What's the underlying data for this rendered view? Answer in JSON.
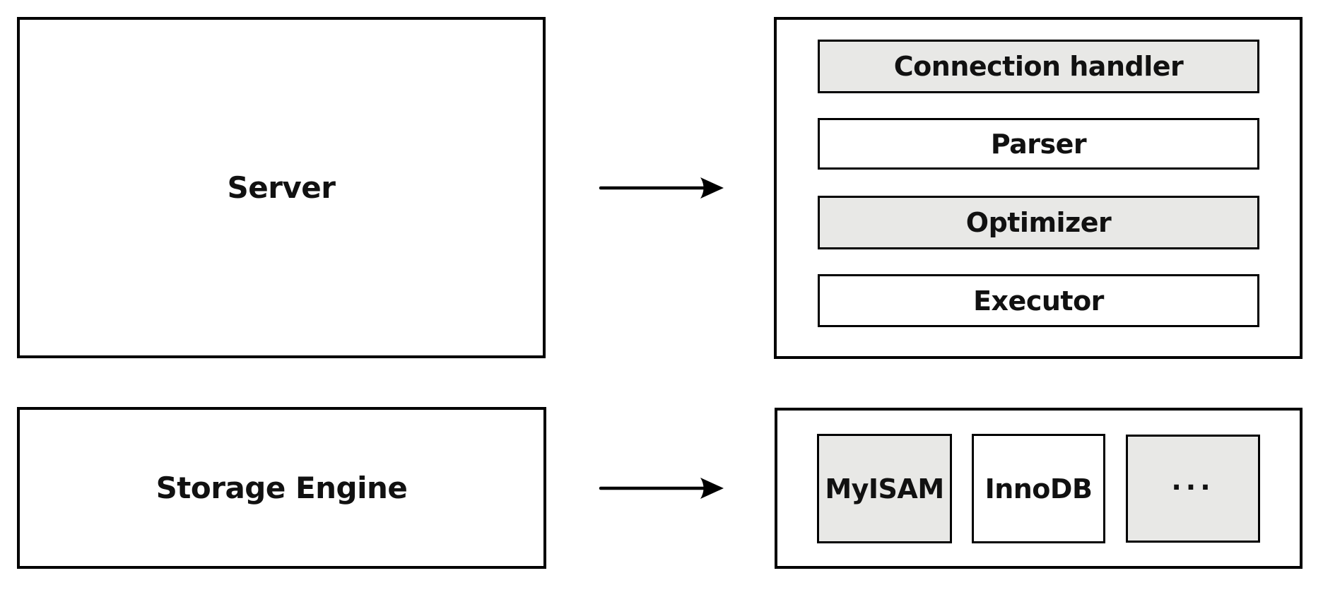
{
  "diagram": {
    "rows": [
      {
        "source_label": "Server",
        "components": [
          {
            "label": "Connection handler",
            "fill": "#e8e8e6"
          },
          {
            "label": "Parser",
            "fill": "#ffffff"
          },
          {
            "label": "Optimizer",
            "fill": "#e8e8e6"
          },
          {
            "label": "Executor",
            "fill": "#ffffff"
          }
        ]
      },
      {
        "source_label": "Storage Engine",
        "components": [
          {
            "label": "MyISAM",
            "fill": "#e8e8e6"
          },
          {
            "label": "InnoDB",
            "fill": "#ffffff"
          },
          {
            "label": "...",
            "fill": "#e8e8e6"
          }
        ]
      }
    ],
    "colors": {
      "stroke": "#000000",
      "grey_fill": "#e8e8e6",
      "white_fill": "#ffffff",
      "background": "#ffffff",
      "text": "#111111"
    }
  }
}
